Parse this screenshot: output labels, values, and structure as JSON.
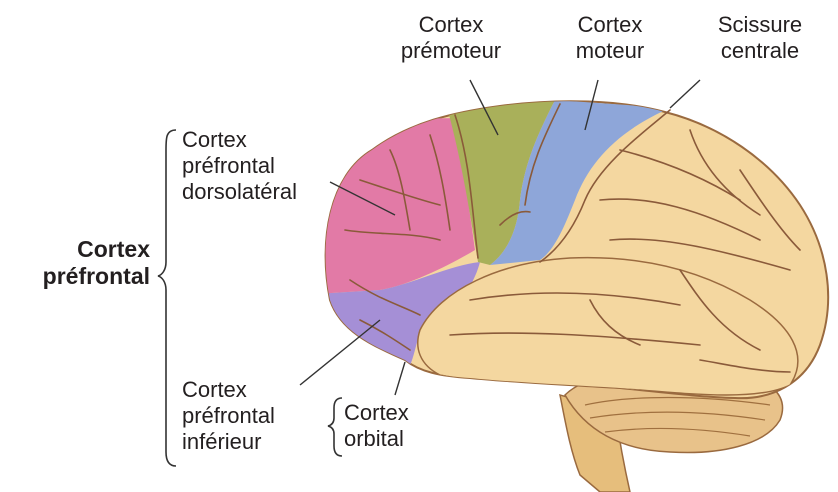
{
  "labels": {
    "premotor": [
      "Cortex",
      "prémoteur"
    ],
    "motor": [
      "Cortex",
      "moteur"
    ],
    "central_sulcus": [
      "Scissure",
      "centrale"
    ],
    "dorsolateral_prefrontal": [
      "Cortex",
      "préfrontal",
      "dorsolatéral"
    ],
    "prefrontal": [
      "Cortex",
      "préfrontal"
    ],
    "inferior_prefrontal": [
      "Cortex",
      "préfrontal",
      "inférieur"
    ],
    "orbital": [
      "Cortex",
      "orbital"
    ]
  },
  "colors": {
    "prefrontal_dorsolateral": "#e27aa6",
    "prefrontal_inferior": "#a58fd6",
    "premotor": "#a9b05a",
    "motor": "#8ea6d9",
    "rest_of_brain": "#f4d7a0",
    "cerebellum": "#e8c28a",
    "brainstem": "#e6be7c",
    "sulci": "#8a5a3a",
    "label_text": "#231f20",
    "leader_line": "#333333"
  }
}
